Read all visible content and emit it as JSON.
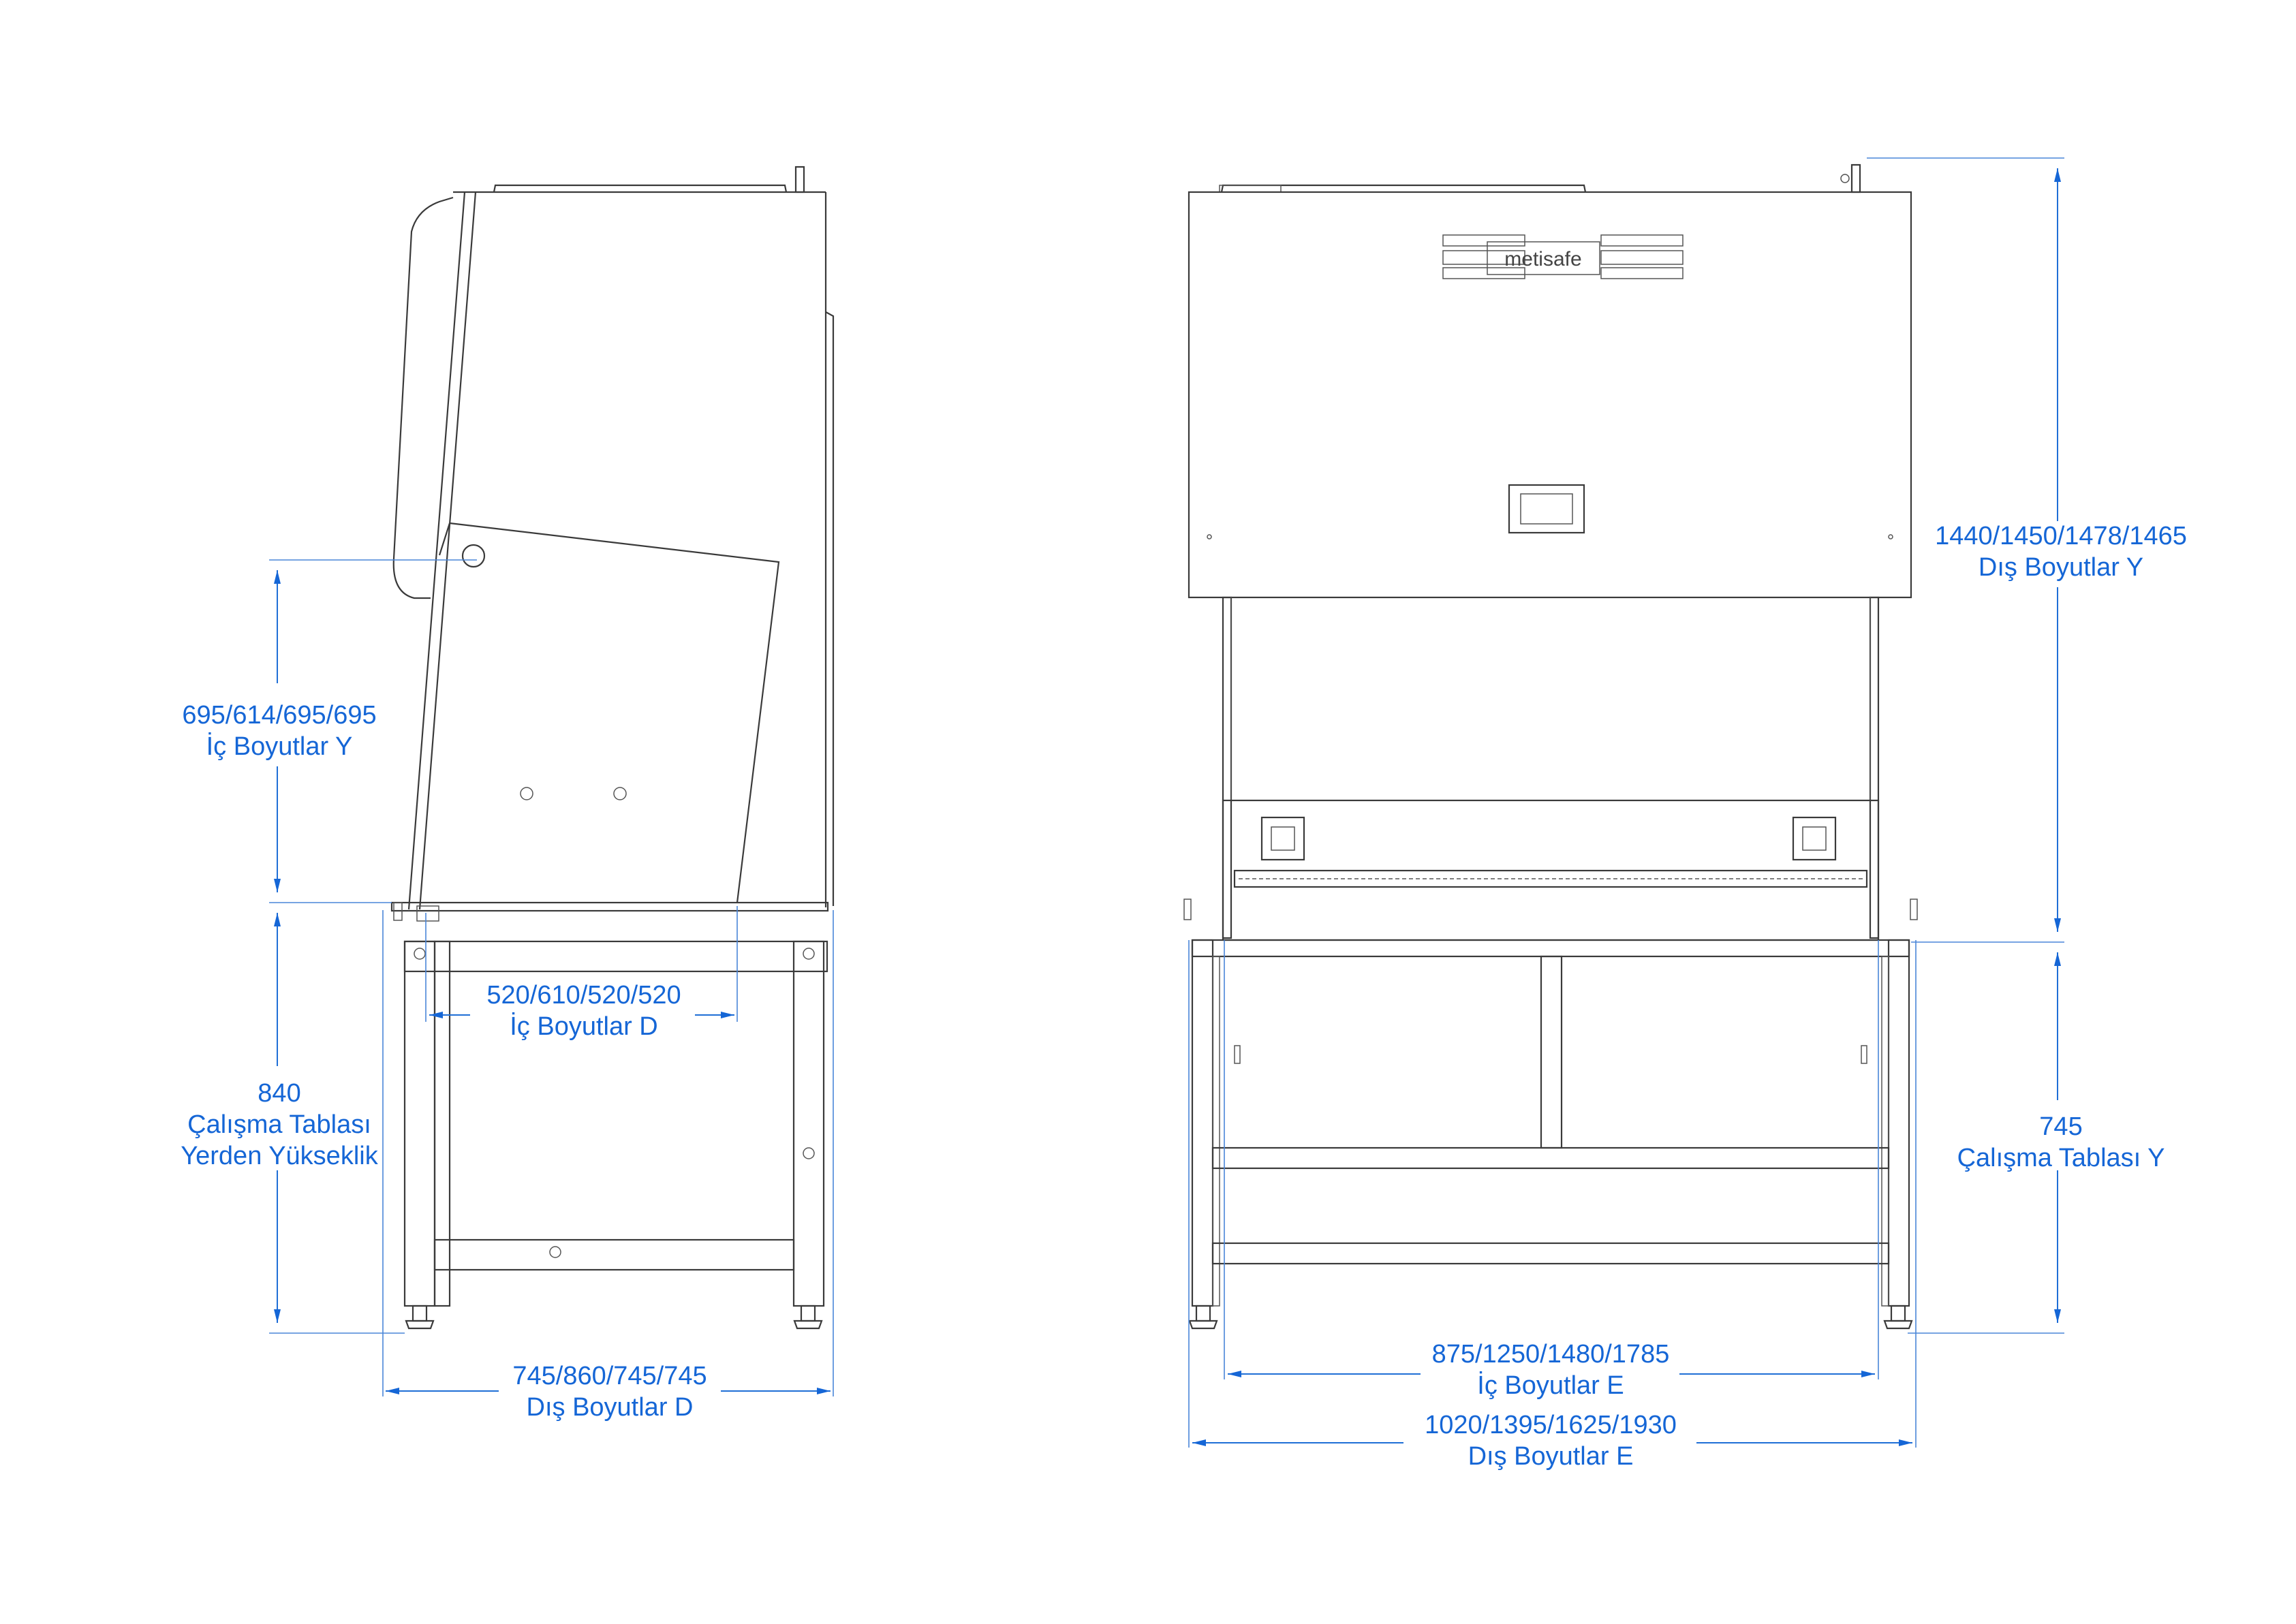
{
  "brand": {
    "logo_text": "metisafe"
  },
  "side_view": {
    "inner_height": {
      "values": "695/614/695/695",
      "caption": "İç Boyutlar Y"
    },
    "inner_depth": {
      "values": "520/610/520/520",
      "caption": "İç Boyutlar D"
    },
    "worktop_height": {
      "value": "840",
      "caption_line1": "Çalışma Tablası",
      "caption_line2": "Yerden Yükseklik"
    },
    "outer_depth": {
      "values": "745/860/745/745",
      "caption": "Dış Boyutlar D"
    }
  },
  "front_view": {
    "outer_height": {
      "values": "1440/1450/1478/1465",
      "caption": "Dış Boyutlar Y"
    },
    "worktop_height": {
      "value": "745",
      "caption": "Çalışma Tablası Y"
    },
    "inner_width": {
      "values": "875/1250/1480/1785",
      "caption": "İç Boyutlar E"
    },
    "outer_width": {
      "values": "1020/1395/1625/1930",
      "caption": "Dış Boyutlar E"
    }
  },
  "colors": {
    "dimension": "#1566d6",
    "outline": "#3a3a3a",
    "background": "#ffffff"
  }
}
